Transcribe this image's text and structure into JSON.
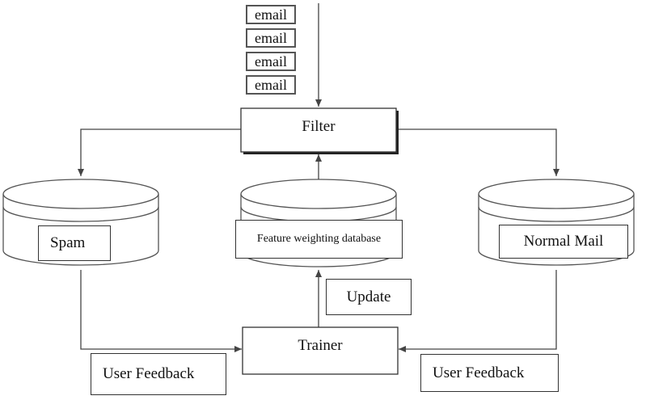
{
  "emails": [
    "email",
    "email",
    "email",
    "email"
  ],
  "filter": {
    "label": "Filter"
  },
  "databases": {
    "spam": {
      "label": "Spam"
    },
    "feature": {
      "label": "Feature weighting database"
    },
    "normal": {
      "label": "Normal Mail"
    }
  },
  "trainer": {
    "label": "Trainer"
  },
  "update": {
    "label": "Update"
  },
  "feedback": {
    "left": "User Feedback",
    "right": "User Feedback"
  },
  "colors": {
    "stroke": "#444444",
    "box_border": "#333333",
    "background": "#ffffff"
  }
}
